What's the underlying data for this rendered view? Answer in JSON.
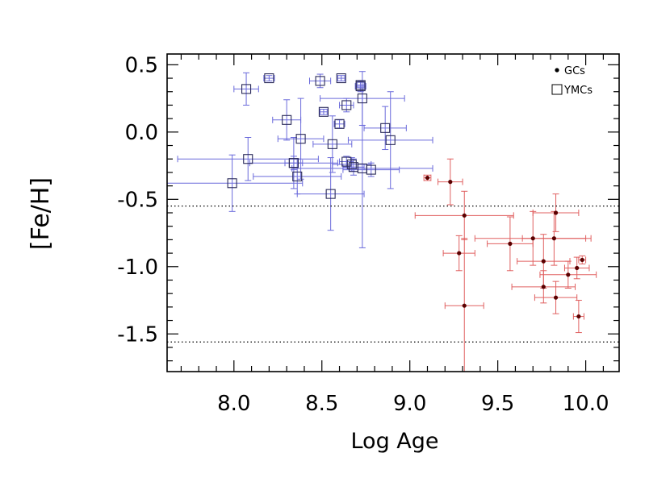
{
  "chart_data": {
    "type": "scatter",
    "title": "",
    "xlabel": "Log Age",
    "ylabel": "[Fe/H]",
    "xlim": [
      7.62,
      10.19
    ],
    "ylim": [
      -1.78,
      0.58
    ],
    "xticks": [
      8.0,
      8.5,
      9.0,
      9.5,
      10.0
    ],
    "xtick_labels": [
      "8.0",
      "8.5",
      "9.0",
      "9.5",
      "10.0"
    ],
    "yticks": [
      0.5,
      0.0,
      -0.5,
      -1.0,
      -1.5
    ],
    "ytick_labels": [
      "0.5",
      "0.0",
      "-0.5",
      "-1.0",
      "-1.5"
    ],
    "grid": false,
    "legend_position": "top-right",
    "reference_lines": [
      -0.55,
      -1.56
    ],
    "series": [
      {
        "name": "GCs",
        "marker": "filled-circle",
        "color": "#5a0000",
        "error_color": "#e06060",
        "points": [
          {
            "x": 9.1,
            "y": -0.34,
            "xerr": 0.02,
            "yerr": 0.02
          },
          {
            "x": 9.23,
            "y": -0.37,
            "xerr": 0.07,
            "yerr": 0.17
          },
          {
            "x": 9.28,
            "y": -0.9,
            "xerr": 0.09,
            "yerr": 0.13
          },
          {
            "x": 9.31,
            "y": -0.62,
            "xerr": 0.28,
            "yerr": 0.18
          },
          {
            "x": 9.31,
            "y": -1.29,
            "xerr": 0.11,
            "yerr": 0.5
          },
          {
            "x": 9.57,
            "y": -0.83,
            "xerr": 0.13,
            "yerr": 0.2
          },
          {
            "x": 9.7,
            "y": -0.79,
            "xerr": 0.33,
            "yerr": 0.2
          },
          {
            "x": 9.76,
            "y": -0.96,
            "xerr": 0.15,
            "yerr": 0.2
          },
          {
            "x": 9.76,
            "y": -1.15,
            "xerr": 0.18,
            "yerr": 0.12
          },
          {
            "x": 9.82,
            "y": -0.79,
            "xerr": 0.18,
            "yerr": 0.2
          },
          {
            "x": 9.83,
            "y": -0.6,
            "xerr": 0.13,
            "yerr": 0.14
          },
          {
            "x": 9.83,
            "y": -1.23,
            "xerr": 0.12,
            "yerr": 0.12
          },
          {
            "x": 9.9,
            "y": -1.06,
            "xerr": 0.16,
            "yerr": 0.1
          },
          {
            "x": 9.95,
            "y": -1.01,
            "xerr": 0.07,
            "yerr": 0.08
          },
          {
            "x": 9.96,
            "y": -1.37,
            "xerr": 0.03,
            "yerr": 0.12
          },
          {
            "x": 9.98,
            "y": -0.95,
            "xerr": 0.02,
            "yerr": 0.03
          }
        ]
      },
      {
        "name": "YMCs",
        "marker": "open-square",
        "color": "#2a2a5a",
        "error_color": "#6a6adb",
        "points": [
          {
            "x": 7.99,
            "y": -0.38,
            "xerr": 0.4,
            "yerr": 0.21
          },
          {
            "x": 8.07,
            "y": 0.32,
            "xerr": 0.07,
            "yerr": 0.12
          },
          {
            "x": 8.08,
            "y": -0.2,
            "xerr": 0.4,
            "yerr": 0.16
          },
          {
            "x": 8.2,
            "y": 0.4,
            "xerr": 0.03,
            "yerr": 0.02
          },
          {
            "x": 8.3,
            "y": 0.09,
            "xerr": 0.08,
            "yerr": 0.15
          },
          {
            "x": 8.34,
            "y": -0.23,
            "xerr": 0.25,
            "yerr": 0.19
          },
          {
            "x": 8.34,
            "y": -0.23,
            "xerr": 0.05,
            "yerr": 0.05
          },
          {
            "x": 8.36,
            "y": -0.33,
            "xerr": 0.25,
            "yerr": 0.13
          },
          {
            "x": 8.38,
            "y": -0.05,
            "xerr": 0.13,
            "yerr": 0.3
          },
          {
            "x": 8.49,
            "y": 0.38,
            "xerr": 0.06,
            "yerr": 0.05
          },
          {
            "x": 8.51,
            "y": 0.15,
            "xerr": 0.02,
            "yerr": 0.02
          },
          {
            "x": 8.55,
            "y": -0.46,
            "xerr": 0.19,
            "yerr": 0.27
          },
          {
            "x": 8.56,
            "y": -0.09,
            "xerr": 0.11,
            "yerr": 0.21
          },
          {
            "x": 8.6,
            "y": 0.06,
            "xerr": 0.03,
            "yerr": 0.03
          },
          {
            "x": 8.61,
            "y": 0.4,
            "xerr": 0.02,
            "yerr": 0.02
          },
          {
            "x": 8.64,
            "y": -0.22,
            "xerr": 0.04,
            "yerr": 0.04
          },
          {
            "x": 8.64,
            "y": 0.2,
            "xerr": 0.04,
            "yerr": 0.05
          },
          {
            "x": 8.67,
            "y": -0.24,
            "xerr": 0.11,
            "yerr": 0.05
          },
          {
            "x": 8.68,
            "y": -0.26,
            "xerr": 0.06,
            "yerr": 0.06
          },
          {
            "x": 8.72,
            "y": 0.35,
            "xerr": 0.02,
            "yerr": 0.02
          },
          {
            "x": 8.72,
            "y": 0.34,
            "xerr": 0.03,
            "yerr": 0.04
          },
          {
            "x": 8.73,
            "y": 0.25,
            "xerr": 0.24,
            "yerr": 0.2
          },
          {
            "x": 8.73,
            "y": -0.27,
            "xerr": 0.4,
            "yerr": 0.59
          },
          {
            "x": 8.78,
            "y": -0.28,
            "xerr": 0.16,
            "yerr": 0.05
          },
          {
            "x": 8.86,
            "y": 0.03,
            "xerr": 0.12,
            "yerr": 0.16
          },
          {
            "x": 8.89,
            "y": -0.06,
            "xerr": 0.24,
            "yerr": 0.36
          }
        ]
      }
    ]
  }
}
